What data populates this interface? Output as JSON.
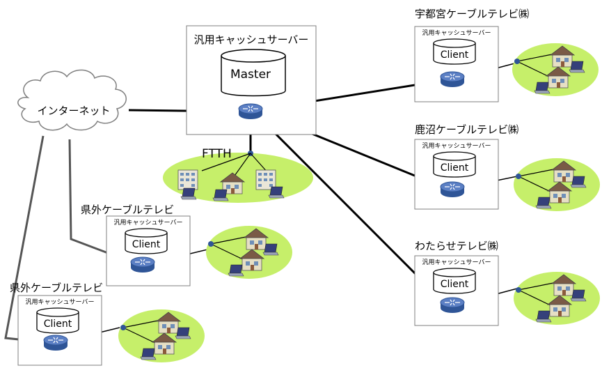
{
  "internet": {
    "label": "インターネット"
  },
  "master": {
    "server_label": "汎用キャッシュサーバー",
    "db_label": "Master"
  },
  "ftth": {
    "label": "FTTH"
  },
  "sites": [
    {
      "title": "宇都宮ケーブルテレビ㈱",
      "server_label": "汎用キャッシュサーバー",
      "db_label": "Client"
    },
    {
      "title": "鹿沼ケーブルテレビ㈱",
      "server_label": "汎用キャッシュサーバー",
      "db_label": "Client"
    },
    {
      "title": "わたらせテレビ㈱",
      "server_label": "汎用キャッシュサーバー",
      "db_label": "Client"
    },
    {
      "title": "県外ケーブルテレビ",
      "server_label": "汎用キャッシュサーバー",
      "db_label": "Client"
    },
    {
      "title": "県外ケーブルテレビ",
      "server_label": "汎用キャッシュサーバー",
      "db_label": "Client"
    }
  ],
  "colors": {
    "router": "#2f5597",
    "router_light": "#8fa9d8",
    "lawn": "#c6ef6a",
    "cloud_fill": "#ffffff",
    "line": "#000000",
    "link": "#555555",
    "roof": "#8b5a3c",
    "house": "#d9d2b8"
  }
}
